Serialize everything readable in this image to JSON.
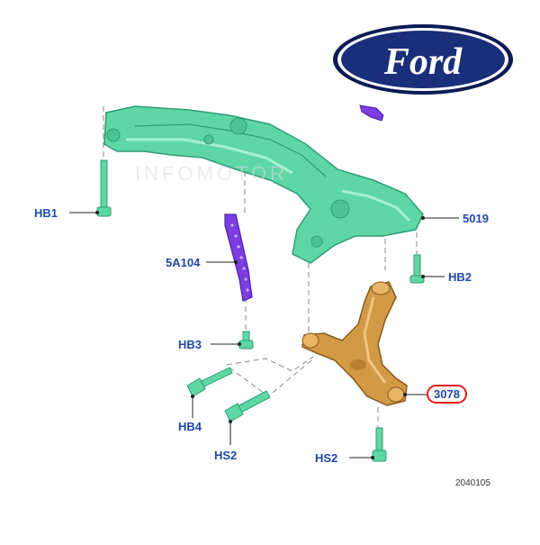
{
  "logo": {
    "text": "Ford",
    "colors": {
      "oval": "#1a2f7a",
      "ring": "#ffffff",
      "outer": "#0d1b55"
    }
  },
  "watermark": "INFOMOTOR",
  "reference_number": "2040105",
  "colors": {
    "subframe": "#5fd6a6",
    "arm": "#d29a45",
    "bracket": "#7b3ce0",
    "bolt": "#5fd6a6",
    "label": "#1f47a8",
    "highlight": "#e01b1b"
  },
  "parts": [
    {
      "id": "HB1",
      "name": "bolt"
    },
    {
      "id": "5A104",
      "name": "bracket"
    },
    {
      "id": "HB3",
      "name": "bolt"
    },
    {
      "id": "HB4",
      "name": "bolt"
    },
    {
      "id": "HS2",
      "name": "bolt"
    },
    {
      "id": "5019",
      "name": "subframe"
    },
    {
      "id": "HB2",
      "name": "bolt"
    },
    {
      "id": "3078",
      "name": "lower-arm",
      "highlighted": true
    }
  ],
  "labels": {
    "hb1": "HB1",
    "a5104": "5A104",
    "hb3": "HB3",
    "hb4": "HB4",
    "hs2_left": "HS2",
    "hs2_right": "HS2",
    "s5019": "5019",
    "hb2": "HB2",
    "a3078": "3078"
  }
}
